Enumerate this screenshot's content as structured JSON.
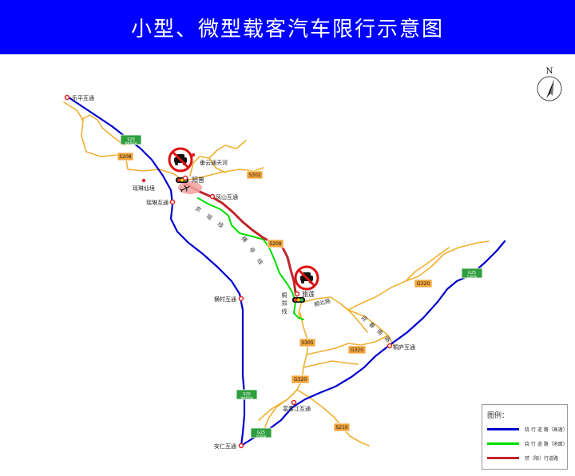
{
  "header": {
    "title": "小型、微型载客汽车限行示意图"
  },
  "compass": {
    "label": "N"
  },
  "colors": {
    "header_bg": "#0000ff",
    "highway": "#0000cc",
    "detour": "#00dd00",
    "restricted": "#c0262c",
    "provincial_road": "#f0b030",
    "shield_green": "#2e9e3e",
    "shield_orange": "#f2a33a"
  },
  "places": {
    "leping": "乐平互通",
    "yaolin_scenic": "瑶琳仙境",
    "yaolin_interchange": "瑶琳互通",
    "yunyun": "垂云通天河",
    "yangpu": "阳普",
    "fenshan": "凤山互通",
    "hengcun": "横村互通",
    "zhongbei": "旅莲",
    "tonglu": "桐庐互通",
    "fuchunjiang": "富春江互通",
    "anren": "安仁互通"
  },
  "road_labels": {
    "jingyao_road": "京瑶线",
    "hengjing_road": "横亭线",
    "tongzheng_road": "桐郑线",
    "tongbei_road": "桐北路",
    "binjiang_road": "迎春南路"
  },
  "shields": {
    "s20_top": "S20",
    "s20_top_sub": "杭新景高速",
    "s20_bottom": "S20",
    "s20_bottom_sub": "杭新景高速",
    "g25_right": "G25",
    "g25_right_sub": "长深高速",
    "g25_bottom": "G25",
    "g25_bottom_sub": "长深高速",
    "s208_left": "S208",
    "s208_mid": "S208",
    "s302": "S302",
    "s305": "S305",
    "g320_right": "G320",
    "g320_mid": "G320",
    "g320_low": "G320",
    "s210": "S210"
  },
  "legend": {
    "title": "图例：",
    "items": [
      {
        "label": "绕 行 道 路（高速）",
        "color": "#0000cc"
      },
      {
        "label": "绕 行 道 路（地面）",
        "color": "#00dd00"
      },
      {
        "label": "禁（限）行道路",
        "color": "#c0262c"
      }
    ]
  }
}
